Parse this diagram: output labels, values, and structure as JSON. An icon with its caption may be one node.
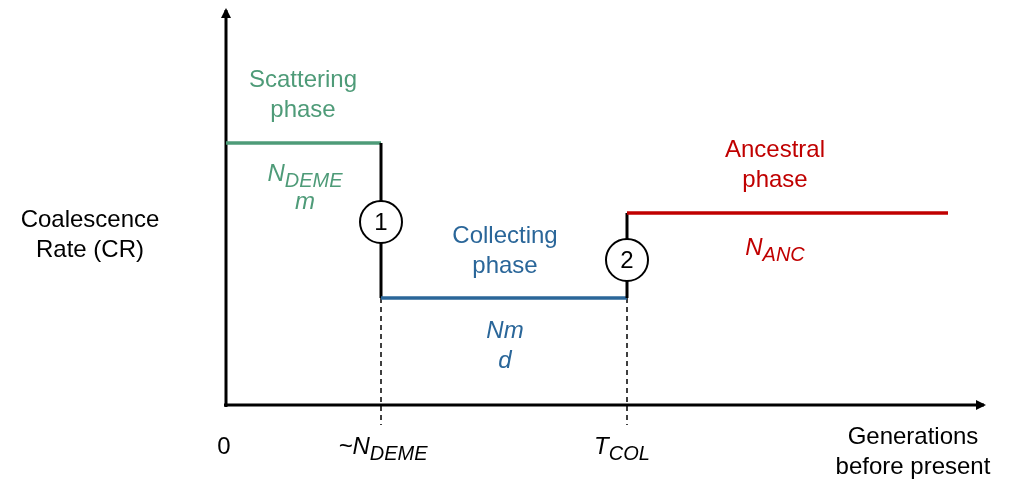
{
  "diagram": {
    "nodes": [
      {
        "text": [
          "1"
        ]
      },
      {
        "text": [
          "2"
        ]
      }
    ],
    "labels": [
      "Scattering phase",
      "N$_{DEME}$",
      "m",
      "Coalescence Rate (CR)",
      "Ancestral phase",
      "Collecting phase",
      "N$_{ANC}$",
      "Nm",
      "d",
      "0",
      "~N$_{DEME}$",
      "T$_{COL}$",
      "Generations before present"
    ]
  }
}
